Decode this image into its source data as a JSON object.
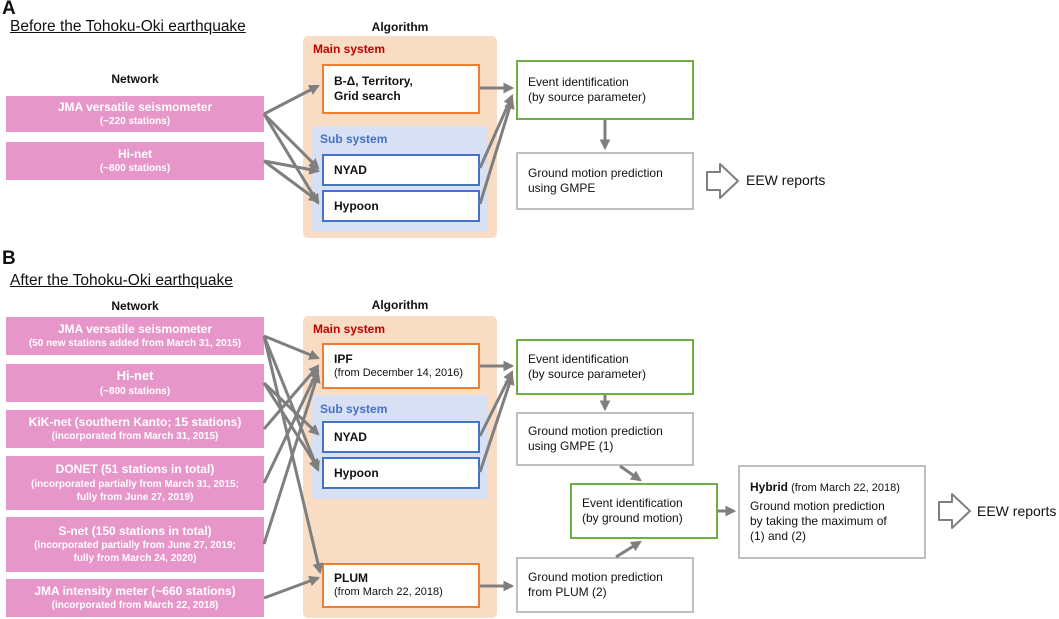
{
  "panel_a": {
    "letter": "A",
    "title": "Before the Tohoku-Oki earthquake",
    "network_heading": "Network",
    "algorithm_heading": "Algorithm",
    "networks": [
      {
        "name": "JMA versatile seismometer",
        "detail": "(~220 stations)"
      },
      {
        "name": "Hi-net",
        "detail": "(~800 stations)"
      }
    ],
    "main_system_label": "Main system",
    "main_box": {
      "line1": "B-Δ, Territory,",
      "line2": "Grid search"
    },
    "sub_system_label": "Sub system",
    "nyad": "NYAD",
    "hypoon": "Hypoon",
    "event_id": {
      "line1": "Event identification",
      "line2": "(by source parameter)"
    },
    "gmp": {
      "line1": "Ground motion prediction",
      "line2": "using GMPE"
    },
    "eew": "EEW reports"
  },
  "panel_b": {
    "letter": "B",
    "title": "After the Tohoku-Oki earthquake",
    "network_heading": "Network",
    "algorithm_heading": "Algorithm",
    "networks": [
      {
        "name": "JMA versatile seismometer",
        "detail": "(50 new stations added from March 31, 2015)"
      },
      {
        "name": "Hi-net",
        "detail": "(~800 stations)"
      },
      {
        "name": "KiK-net  (southern Kanto; 15 stations)",
        "detail": "(incorporated from March 31, 2015)"
      },
      {
        "name": "DONET (51 stations in total)",
        "detail": "(incorporated partially from March 31, 2015;",
        "detail2": "fully from June 27, 2019)"
      },
      {
        "name": "S-net (150 stations in total)",
        "detail": "(incorporated partially from June 27, 2019;",
        "detail2": "fully from March 24, 2020)"
      },
      {
        "name": "JMA intensity meter (~660 stations)",
        "detail": "(incorporated from March 22, 2018)"
      }
    ],
    "main_system_label": "Main system",
    "ipf": {
      "name": "IPF",
      "detail": "(from December 14, 2016)"
    },
    "sub_system_label": "Sub system",
    "nyad": "NYAD",
    "hypoon": "Hypoon",
    "plum": {
      "name": "PLUM",
      "detail": "(from March 22, 2018)"
    },
    "event_id_source": {
      "line1": "Event identification",
      "line2": "(by source parameter)"
    },
    "gmp_gmpe": {
      "line1": "Ground motion prediction",
      "line2": "using GMPE (1)"
    },
    "event_id_motion": {
      "line1": "Event identification",
      "line2": "(by ground motion)"
    },
    "gmp_plum": {
      "line1": "Ground motion prediction",
      "line2": "from PLUM (2)"
    },
    "hybrid": {
      "name": "Hybrid",
      "date": " (from March 22, 2018)",
      "line1": "Ground motion prediction",
      "line2": "by taking the maximum of",
      "line3": "(1) and (2)"
    },
    "eew": "EEW reports"
  },
  "colors": {
    "network_fill": "#e796c9",
    "algorithm_fill": "#f8dcc4",
    "subsystem_fill": "#d8e0f3",
    "main_border": "#ed7d31",
    "sub_border": "#4472c4",
    "event_border": "#70ad47",
    "output_border": "#bfbfbf",
    "arrow": "#7f7f7f",
    "main_label": "#c00000",
    "sub_label": "#4472c4"
  },
  "icons": {
    "flow_arrow": "arrowhead",
    "output_arrow": "hollow-block-arrow"
  }
}
